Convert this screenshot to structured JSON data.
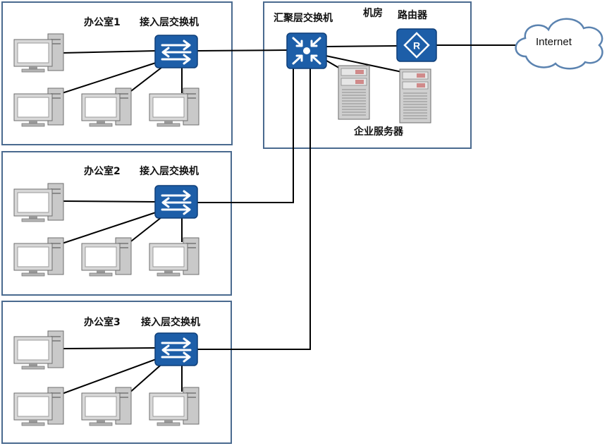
{
  "colors": {
    "box_border": "#4a6a8f",
    "device_blue": "#1d5ea8",
    "cloud_stroke": "#5b83b0",
    "link": "#000000"
  },
  "offices": [
    {
      "name": "办公室1",
      "switch_label": "接入层交换机",
      "pc_count": 4
    },
    {
      "name": "办公室2",
      "switch_label": "接入层交换机",
      "pc_count": 4
    },
    {
      "name": "办公室3",
      "switch_label": "接入层交换机",
      "pc_count": 4
    }
  ],
  "server_room": {
    "title": "机房",
    "core_switch_label": "汇聚层交换机",
    "router_label": "路由器",
    "servers_label": "企业服务器"
  },
  "internet": {
    "label": "Internet"
  },
  "icons": {
    "access_switch": "switch-icon",
    "core_switch": "core-switch-icon",
    "router": "router-icon",
    "server": "server-icon",
    "pc": "pc-icon",
    "cloud": "cloud-icon"
  }
}
